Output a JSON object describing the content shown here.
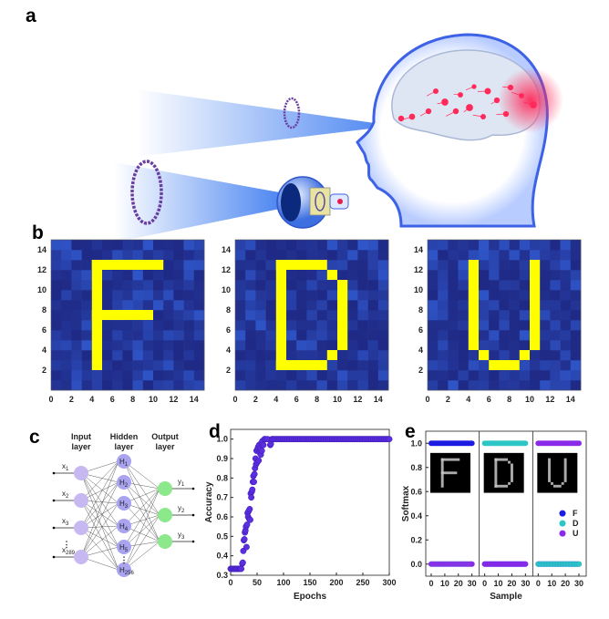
{
  "panels": {
    "a": "a",
    "b": "b",
    "c": "c",
    "d": "d",
    "e": "e"
  },
  "colors": {
    "heat_low": "#1f2a86",
    "heat_high": "#2f55c8",
    "letter": "#ffff00",
    "F": "#1c1ce0",
    "D": "#2cc6c6",
    "U": "#8a2be8",
    "beam": "#3f7df0",
    "glow": "#ff2a5a"
  },
  "chart_data": [
    {
      "type": "heatmap",
      "panel": "b",
      "grid_size": 15,
      "xticks": [
        "0",
        "2",
        "4",
        "6",
        "8",
        "10",
        "12",
        "14"
      ],
      "yticks": [
        "2",
        "4",
        "6",
        "8",
        "10",
        "12",
        "14"
      ],
      "letters": [
        {
          "name": "F",
          "cells": [
            [
              4,
              5,
              2,
              13
            ],
            [
              4,
              11,
              12,
              13
            ],
            [
              4,
              10,
              7,
              8
            ]
          ]
        },
        {
          "name": "D",
          "cells": [
            [
              4,
              9,
              12,
              13
            ],
            [
              4,
              5,
              2,
              13
            ],
            [
              4,
              9,
              2,
              3
            ],
            [
              9,
              10,
              11,
              12
            ],
            [
              9,
              10,
              3,
              4
            ],
            [
              10,
              11,
              4,
              11
            ]
          ]
        },
        {
          "name": "U",
          "cells": [
            [
              4,
              5,
              4,
              13
            ],
            [
              10,
              11,
              4,
              13
            ],
            [
              5,
              6,
              3,
              4
            ],
            [
              9,
              10,
              3,
              4
            ],
            [
              6,
              9,
              2,
              3
            ]
          ]
        }
      ]
    },
    {
      "type": "scatter",
      "panel": "d",
      "xlabel": "Epochs",
      "ylabel": "Accuracy",
      "xlim": [
        0,
        300
      ],
      "ylim": [
        0.3,
        1.05
      ],
      "xticks": [
        "0",
        "50",
        "100",
        "150",
        "200",
        "250",
        "300"
      ],
      "yticks": [
        "0.3",
        "0.4",
        "0.5",
        "0.6",
        "0.7",
        "0.8",
        "0.9",
        "1.0"
      ],
      "points": [
        [
          0,
          0.333
        ],
        [
          2,
          0.333
        ],
        [
          4,
          0.333
        ],
        [
          6,
          0.333
        ],
        [
          8,
          0.333
        ],
        [
          10,
          0.333
        ],
        [
          12,
          0.333
        ],
        [
          14,
          0.333
        ],
        [
          16,
          0.333
        ],
        [
          18,
          0.333
        ],
        [
          20,
          0.333
        ],
        [
          22,
          0.36
        ],
        [
          23,
          0.365
        ],
        [
          24,
          0.425
        ],
        [
          25,
          0.48
        ],
        [
          26,
          0.485
        ],
        [
          27,
          0.52
        ],
        [
          28,
          0.53
        ],
        [
          29,
          0.55
        ],
        [
          30,
          0.445
        ],
        [
          31,
          0.56
        ],
        [
          32,
          0.62
        ],
        [
          33,
          0.6
        ],
        [
          34,
          0.63
        ],
        [
          35,
          0.59
        ],
        [
          36,
          0.64
        ],
        [
          37,
          0.585
        ],
        [
          38,
          0.72
        ],
        [
          39,
          0.7
        ],
        [
          40,
          0.73
        ],
        [
          41,
          0.74
        ],
        [
          42,
          0.78
        ],
        [
          43,
          0.81
        ],
        [
          44,
          0.78
        ],
        [
          45,
          0.82
        ],
        [
          46,
          0.85
        ],
        [
          47,
          0.9
        ],
        [
          48,
          0.87
        ],
        [
          49,
          0.94
        ],
        [
          50,
          0.88
        ],
        [
          51,
          0.95
        ],
        [
          52,
          0.96
        ],
        [
          53,
          0.89
        ],
        [
          54,
          0.97
        ],
        [
          55,
          0.93
        ],
        [
          56,
          0.95
        ],
        [
          57,
          0.92
        ],
        [
          58,
          0.98
        ],
        [
          59,
          0.94
        ],
        [
          60,
          0.99
        ],
        [
          62,
          0.97
        ],
        [
          64,
          1.0
        ],
        [
          66,
          1.0
        ],
        [
          70,
          1.0
        ],
        [
          75,
          0.97
        ],
        [
          76,
          0.975
        ]
      ],
      "plateau": {
        "from": 78,
        "to": 300,
        "step": 3,
        "value": 1.0
      }
    },
    {
      "type": "scatter",
      "panel": "e",
      "xlabel": "Sample",
      "ylabel": "Softmax",
      "ylim": [
        -0.1,
        1.1
      ],
      "xticks": [
        "0",
        "10",
        "20",
        "30"
      ],
      "yticks": [
        "0.0",
        "0.2",
        "0.4",
        "0.6",
        "0.8",
        "1.0"
      ],
      "samples": 31,
      "groups": [
        {
          "label": "F",
          "top": "F",
          "bottom": [
            "D",
            "U"
          ]
        },
        {
          "label": "D",
          "top": "D",
          "bottom": [
            "F",
            "U"
          ]
        },
        {
          "label": "U",
          "top": "U",
          "bottom": [
            "F",
            "D"
          ]
        }
      ],
      "legend": [
        "F",
        "D",
        "U"
      ],
      "legend_position": "right-middle"
    }
  ],
  "network": {
    "input_title": [
      "Input",
      "layer"
    ],
    "hidden_title": [
      "Hidden",
      "layer"
    ],
    "output_title": [
      "Output",
      "layer"
    ],
    "inputs": [
      [
        "x",
        "1"
      ],
      [
        "x",
        "2"
      ],
      [
        "x",
        "3"
      ],
      [
        "x",
        "289"
      ]
    ],
    "hidden": [
      [
        "H",
        "1"
      ],
      [
        "H",
        "2"
      ],
      [
        "H",
        "3"
      ],
      [
        "H",
        "4"
      ],
      [
        "H",
        "5"
      ],
      [
        "H",
        "256"
      ]
    ],
    "outputs": [
      [
        "y",
        "1"
      ],
      [
        "y",
        "2"
      ],
      [
        "y",
        "3"
      ]
    ]
  }
}
